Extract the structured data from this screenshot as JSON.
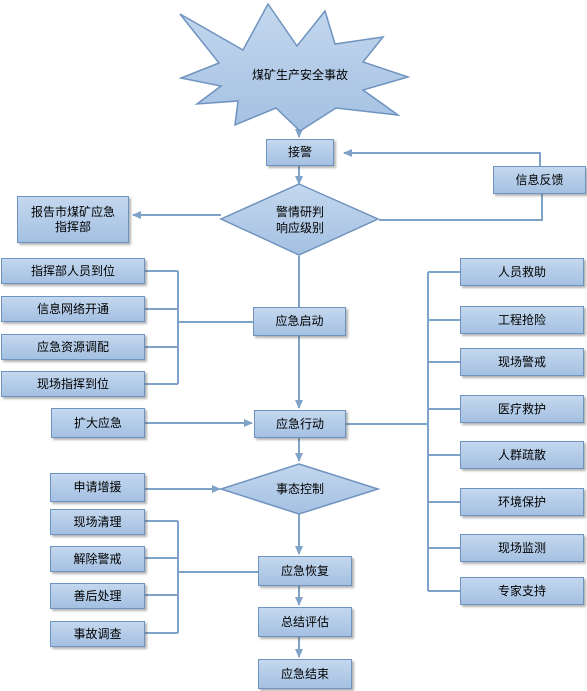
{
  "accident": "煤矿生产安全事故",
  "receive_alarm": "接警",
  "info_feedback": "信息反馈",
  "assess": "警情研判\n响应级别",
  "report": "报告市煤矿应急\n指挥部",
  "startup": "应急启动",
  "startup_items": [
    "指挥部人员到位",
    "信息网络开通",
    "应急资源调配",
    "现场指挥到位"
  ],
  "expand": "扩大应急",
  "action": "应急行动",
  "action_items": [
    "人员救助",
    "工程抢险",
    "现场警戒",
    "医疗救护",
    "人群疏散",
    "环境保护",
    "现场监测",
    "专家支持"
  ],
  "request_support": "申请增援",
  "control": "事态控制",
  "recovery": "应急恢复",
  "recovery_items": [
    "现场清理",
    "解除警戒",
    "善后处理",
    "事故调查"
  ],
  "evaluate": "总结评估",
  "end": "应急结束",
  "colors": {
    "box_top": "#c4d8ee",
    "box_bottom": "#a4c0e2",
    "border": "#6f93bf",
    "line": "#7ea2c8"
  }
}
